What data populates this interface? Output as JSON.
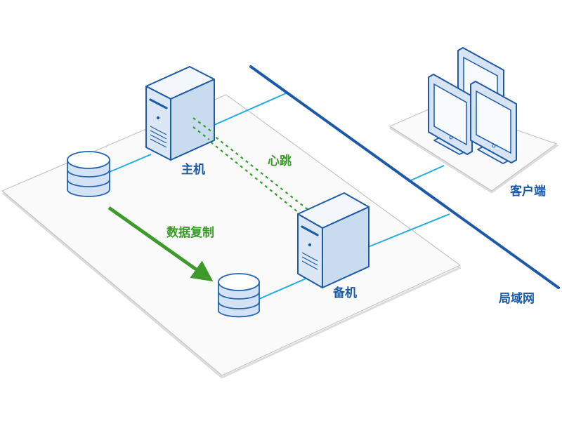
{
  "diagram": {
    "title": "主备机高可用架构",
    "nodes": {
      "primary_server": {
        "label": "主机",
        "type": "server"
      },
      "standby_server": {
        "label": "备机",
        "type": "server"
      },
      "primary_db": {
        "type": "database"
      },
      "standby_db": {
        "type": "database"
      },
      "clients": {
        "label": "客户端",
        "type": "monitor-group",
        "count": 3
      },
      "lan": {
        "label": "局域网",
        "type": "network-bus"
      }
    },
    "edges": [
      {
        "from": "primary_server",
        "to": "standby_server",
        "label": "心跳",
        "style": "dashed-double",
        "color": "#2ea02a"
      },
      {
        "from": "primary_db",
        "to": "standby_db",
        "label": "数据复制",
        "style": "arrow",
        "color": "#3a9a28"
      },
      {
        "from": "primary_db",
        "to": "primary_server",
        "style": "solid",
        "color": "#22aee0"
      },
      {
        "from": "standby_db",
        "to": "standby_server",
        "style": "solid",
        "color": "#22aee0"
      },
      {
        "from": "primary_server",
        "to": "lan",
        "style": "solid",
        "color": "#22aee0"
      },
      {
        "from": "standby_server",
        "to": "lan",
        "style": "solid",
        "color": "#22aee0"
      },
      {
        "from": "clients",
        "to": "lan",
        "style": "solid",
        "color": "#22aee0"
      }
    ],
    "labels": {
      "heartbeat": "心跳",
      "replication": "数据复制",
      "primary": "主机",
      "standby": "备机",
      "clients": "客户端",
      "lan": "局域网"
    },
    "colors": {
      "node_stroke": "#1d5aa7",
      "link": "#22aee0",
      "lan": "#1c5aa8",
      "heartbeat": "#2ea02a",
      "replication_arrow": "#3f9a2c",
      "label_blue": "#1a5aa6",
      "label_green": "#3a9a28"
    }
  }
}
